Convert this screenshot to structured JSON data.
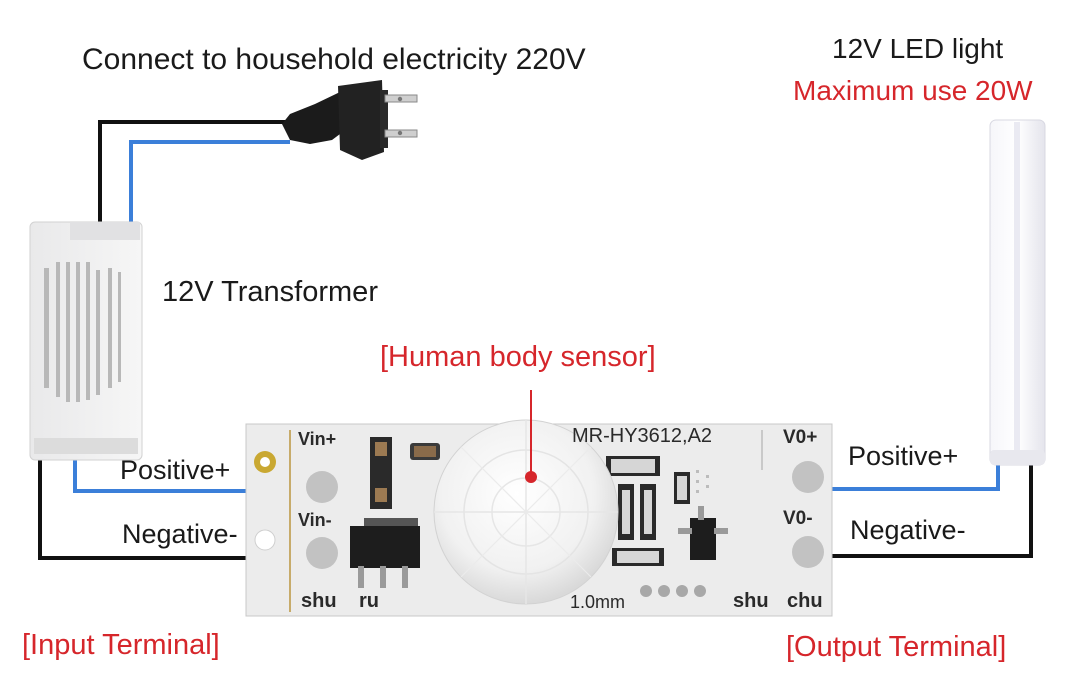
{
  "labels": {
    "household": "Connect to household electricity 220V",
    "led_light": "12V LED light",
    "max_use": "Maximum use 20W",
    "transformer": "12V Transformer",
    "sensor": "[Human body sensor]",
    "in_positive": "Positive+",
    "in_negative": "Negative-",
    "out_positive": "Positive+",
    "out_negative": "Negative-",
    "input_terminal": "[Input Terminal]",
    "output_terminal": "[Output Terminal]"
  },
  "pcb": {
    "model": "MR-HY3612,A2",
    "vin_plus": "Vin+",
    "vin_minus": "Vin-",
    "vo_plus": "V0+",
    "vo_minus": "V0-",
    "shu_left": "shu",
    "ru": "ru",
    "thickness": "1.0mm",
    "shu_right": "shu",
    "chu": "chu"
  },
  "colors": {
    "label_red": "#d6262b",
    "wire_black": "#111111",
    "wire_blue": "#3b7fd9",
    "pcb_white": "#eeeeee"
  }
}
